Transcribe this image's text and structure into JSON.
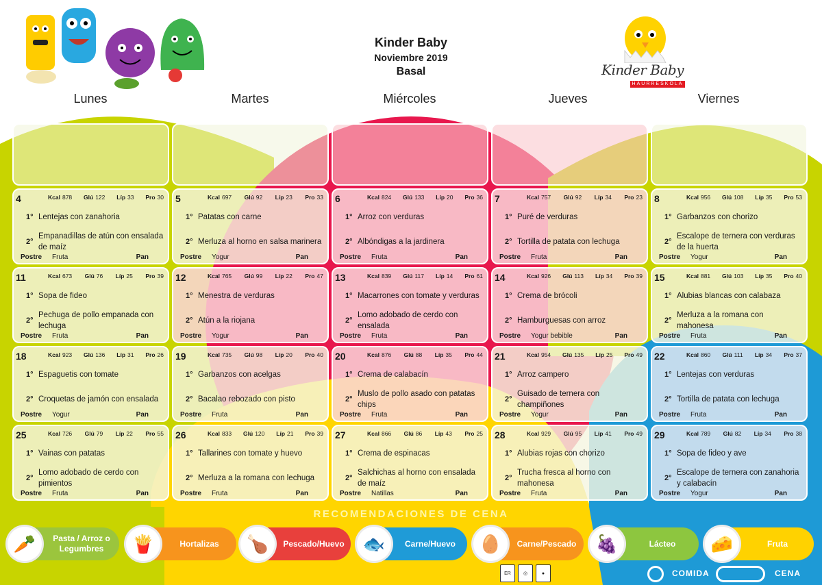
{
  "header": {
    "school": "Kinder Baby",
    "month": "Noviembre 2019",
    "menu_type": "Basal"
  },
  "logo": {
    "name": "Kinder Baby",
    "subtitle": "HAURRESKOLA"
  },
  "days": [
    "Lunes",
    "Martes",
    "Miércoles",
    "Jueves",
    "Viernes"
  ],
  "labels": {
    "kcal": "Kcal",
    "glu": "Glú",
    "lip": "Líp",
    "pro": "Pro",
    "first": "1°",
    "second": "2°",
    "postre": "Postre",
    "pan": "Pan"
  },
  "weeks": [
    [
      {
        "day": "4",
        "kcal": "878",
        "glu": "122",
        "lip": "33",
        "pro": "30",
        "first": "Lentejas con zanahoria",
        "second": "Empanadillas de atún con ensalada de maíz",
        "postre": "Fruta"
      },
      {
        "day": "5",
        "kcal": "697",
        "glu": "92",
        "lip": "23",
        "pro": "33",
        "first": "Patatas con carne",
        "second": "Merluza al horno en salsa marinera",
        "postre": "Yogur"
      },
      {
        "day": "6",
        "kcal": "824",
        "glu": "133",
        "lip": "20",
        "pro": "36",
        "first": "Arroz con verduras",
        "second": "Albóndigas a la jardinera",
        "postre": "Fruta"
      },
      {
        "day": "7",
        "kcal": "757",
        "glu": "92",
        "lip": "34",
        "pro": "23",
        "first": "Puré de verduras",
        "second": "Tortilla de patata con lechuga",
        "postre": "Fruta"
      },
      {
        "day": "8",
        "kcal": "956",
        "glu": "108",
        "lip": "35",
        "pro": "53",
        "first": "Garbanzos con chorizo",
        "second": "Escalope de ternera con verduras de la huerta",
        "postre": "Yogur"
      }
    ],
    [
      {
        "day": "11",
        "kcal": "673",
        "glu": "76",
        "lip": "25",
        "pro": "39",
        "first": "Sopa de fideo",
        "second": "Pechuga de pollo empanada  con lechuga",
        "postre": "Fruta"
      },
      {
        "day": "12",
        "kcal": "765",
        "glu": "99",
        "lip": "22",
        "pro": "47",
        "first": "Menestra de verduras",
        "second": "Atún a la riojana",
        "postre": "Yogur"
      },
      {
        "day": "13",
        "kcal": "839",
        "glu": "117",
        "lip": "14",
        "pro": "61",
        "first": "Macarrones con tomate y verduras",
        "second": "Lomo adobado de cerdo con ensalada",
        "postre": "Fruta"
      },
      {
        "day": "14",
        "kcal": "926",
        "glu": "113",
        "lip": "34",
        "pro": "39",
        "first": "Crema de brócoli",
        "second": "Hamburguesas con arroz",
        "postre": "Yogur bebible"
      },
      {
        "day": "15",
        "kcal": "881",
        "glu": "103",
        "lip": "35",
        "pro": "40",
        "first": "Alubias blancas con calabaza",
        "second": "Merluza a la romana con mahonesa",
        "postre": "Fruta"
      }
    ],
    [
      {
        "day": "18",
        "kcal": "923",
        "glu": "136",
        "lip": "31",
        "pro": "26",
        "first": "Espaguetis con tomate",
        "second": "Croquetas de jamón con ensalada",
        "postre": "Yogur"
      },
      {
        "day": "19",
        "kcal": "735",
        "glu": "98",
        "lip": "20",
        "pro": "40",
        "first": "Garbanzos con acelgas",
        "second": "Bacalao rebozado con pisto",
        "postre": "Fruta"
      },
      {
        "day": "20",
        "kcal": "876",
        "glu": "88",
        "lip": "35",
        "pro": "44",
        "first": "Crema de calabacín",
        "second": "Muslo de pollo asado con patatas chips",
        "postre": "Fruta"
      },
      {
        "day": "21",
        "kcal": "954",
        "glu": "135",
        "lip": "25",
        "pro": "49",
        "first": "Arroz campero",
        "second": "Guisado de ternera con champiñones",
        "postre": "Yogur"
      },
      {
        "day": "22",
        "kcal": "860",
        "glu": "111",
        "lip": "34",
        "pro": "37",
        "first": "Lentejas con verduras",
        "second": "Tortilla de patata con lechuga",
        "postre": "Fruta"
      }
    ],
    [
      {
        "day": "25",
        "kcal": "726",
        "glu": "79",
        "lip": "22",
        "pro": "55",
        "first": "Vainas con patatas",
        "second": "Lomo adobado de cerdo con pimientos",
        "postre": "Fruta"
      },
      {
        "day": "26",
        "kcal": "833",
        "glu": "120",
        "lip": "21",
        "pro": "39",
        "first": "Tallarines con tomate y huevo",
        "second": "Merluza a la romana con lechuga",
        "postre": "Fruta"
      },
      {
        "day": "27",
        "kcal": "866",
        "glu": "86",
        "lip": "43",
        "pro": "25",
        "first": "Crema de espinacas",
        "second": "Salchichas al horno con ensalada de maíz",
        "postre": "Natillas"
      },
      {
        "day": "28",
        "kcal": "929",
        "glu": "95",
        "lip": "41",
        "pro": "49",
        "first": "Alubias rojas con chorizo",
        "second": "Trucha fresca al horno con mahonesa",
        "postre": "Fruta"
      },
      {
        "day": "29",
        "kcal": "789",
        "glu": "82",
        "lip": "34",
        "pro": "38",
        "first": "Sopa de fideo y ave",
        "second": "Escalope de ternera con zanahoria y calabacín",
        "postre": "Yogur"
      }
    ]
  ],
  "recommendations": {
    "title": "RECOMENDACIONES DE CENA",
    "items": [
      {
        "label": "Pasta / Arroz o Legumbres",
        "color": "#9bc53d",
        "icon": "vegetables-icon"
      },
      {
        "label": "Hortalizas",
        "color": "#f7941d",
        "icon": "fries-icon"
      },
      {
        "label": "Pescado/Huevo",
        "color": "#e8403c",
        "icon": "meat-icon"
      },
      {
        "label": "Carne/Huevo",
        "color": "#1f9bd7",
        "icon": "fish-icon"
      },
      {
        "label": "Carne/Pescado",
        "color": "#f7941d",
        "icon": "eggs-icon"
      },
      {
        "label": "Lácteo",
        "color": "#8dc63f",
        "icon": "fruits-icon"
      },
      {
        "label": "Fruta",
        "color": "#ffd200",
        "icon": "cheese-milk-icon"
      }
    ]
  },
  "legend": {
    "comida": "COMIDA",
    "cena": "CENA"
  },
  "colors": {
    "green": "#c4d600",
    "pink": "#e8174d",
    "yellow": "#ffd500",
    "blue": "#1e9ad6"
  }
}
